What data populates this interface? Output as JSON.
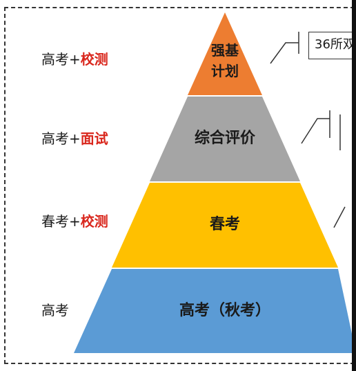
{
  "tiers": [
    {
      "label_lines": [
        "强基",
        "计划"
      ],
      "color": "#ED7D31"
    },
    {
      "label_lines": [
        "综合评价"
      ],
      "color": "#A5A5A5"
    },
    {
      "label_lines": [
        "春考"
      ],
      "color": "#FFC000"
    },
    {
      "label_lines": [
        "高考（秋考）"
      ],
      "color": "#5B9BD5"
    }
  ],
  "left_labels": [
    {
      "base": "高考+",
      "suffix": "校测"
    },
    {
      "base": "高考+",
      "suffix": "面试"
    },
    {
      "base": "春考+",
      "suffix": "校测"
    },
    {
      "base": "高考",
      "suffix": ""
    }
  ],
  "callouts": [
    {
      "text": "36所双"
    }
  ],
  "colors": {
    "accent_red": "#D9261C"
  }
}
